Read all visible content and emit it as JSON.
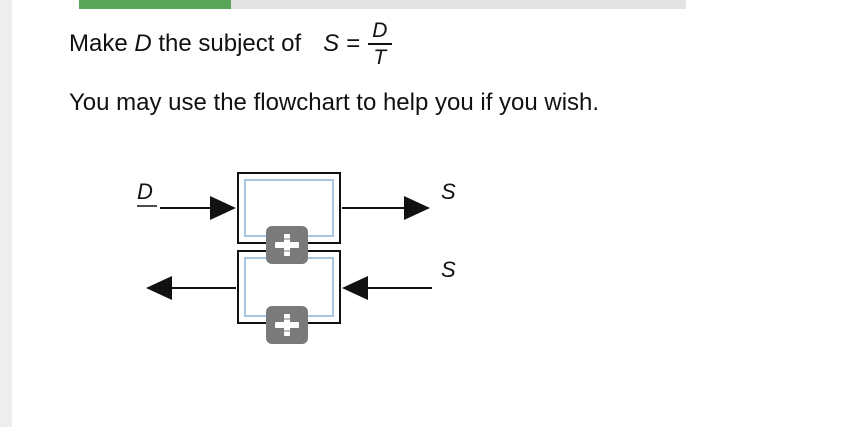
{
  "progress": {
    "fraction": 0.25
  },
  "question": {
    "prefix": "Make",
    "subject_var": "D",
    "middle": "the subject of",
    "lhs": "S =",
    "numerator": "D",
    "denominator": "T"
  },
  "instruction": "You may use the flowchart to help you if you wish.",
  "flowchart": {
    "top_input_label": "D",
    "top_output_label": "S",
    "bottom_input_label": "S",
    "operation_box_1": "",
    "operation_box_2": ""
  },
  "icons": {
    "add_operation_1": "plus-icon",
    "add_operation_2": "plus-icon"
  },
  "colors": {
    "progress_fill": "#5aa55a",
    "button_gray": "#7a7a7a",
    "box_inner_border": "#8cb4d8"
  }
}
